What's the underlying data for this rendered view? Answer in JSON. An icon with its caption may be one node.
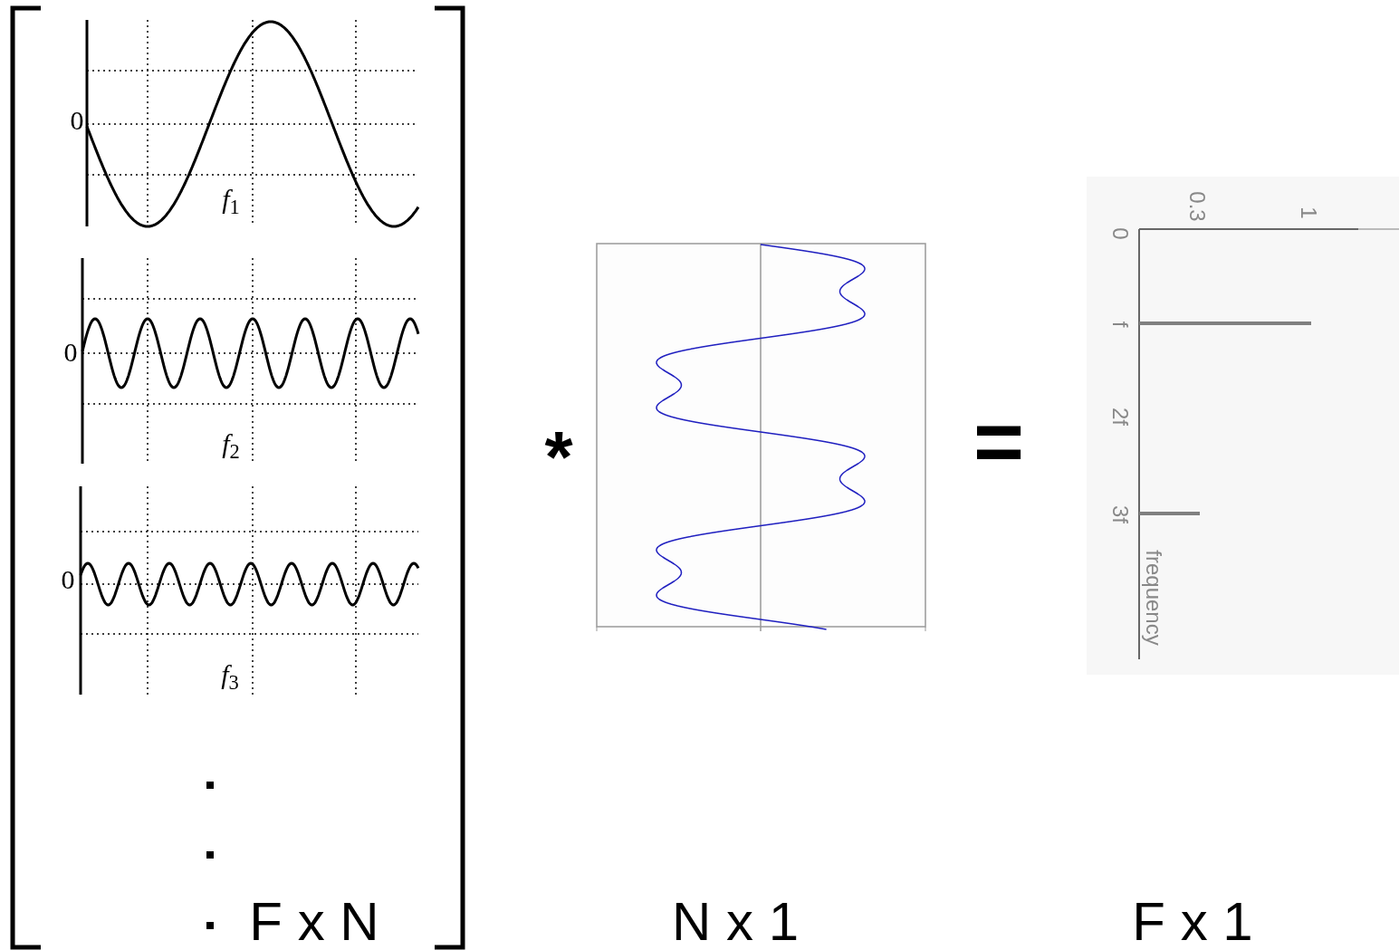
{
  "diagram": {
    "labels": [
      "0",
      "*f*$_{1}$",
      "0",
      "*f*$_{2}$",
      "0",
      "*f*$_{3}$",
      "F x N",
      "*",
      "N x 1",
      "=",
      "F x 1",
      "0.3",
      "1",
      "0",
      "f",
      "2f",
      "3f",
      "frequency"
    ]
  }
}
